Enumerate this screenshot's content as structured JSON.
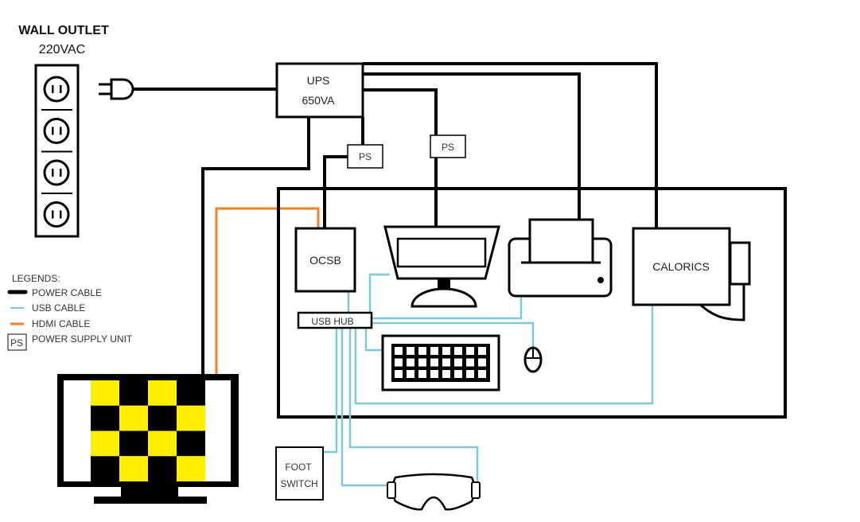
{
  "outlet": {
    "title": "WALL OUTLET",
    "voltage": "220VAC",
    "socket_count": 4
  },
  "ups": {
    "line1": "UPS",
    "line2": "650VA"
  },
  "psu_labels": [
    "PS",
    "PS"
  ],
  "devices": {
    "ocsb": "OCSB",
    "calorics": "CALORICS",
    "usb_hub": "USB HUB",
    "foot_switch_line1": "FOOT",
    "foot_switch_line2": "SWITCH"
  },
  "legend": {
    "title": "LEGENDS:",
    "items": [
      {
        "label": "POWER CABLE",
        "color": "#000000"
      },
      {
        "label": "USB CABLE",
        "color": "#7ec8dc"
      },
      {
        "label": "HDMI CABLE",
        "color": "#f07f2a"
      },
      {
        "label": "POWER SUPPLY UNIT",
        "symbol": "PS"
      }
    ]
  },
  "colors": {
    "power": "#000000",
    "usb": "#7ec8dc",
    "hdmi": "#f07f2a",
    "checker": "#ffee00"
  }
}
